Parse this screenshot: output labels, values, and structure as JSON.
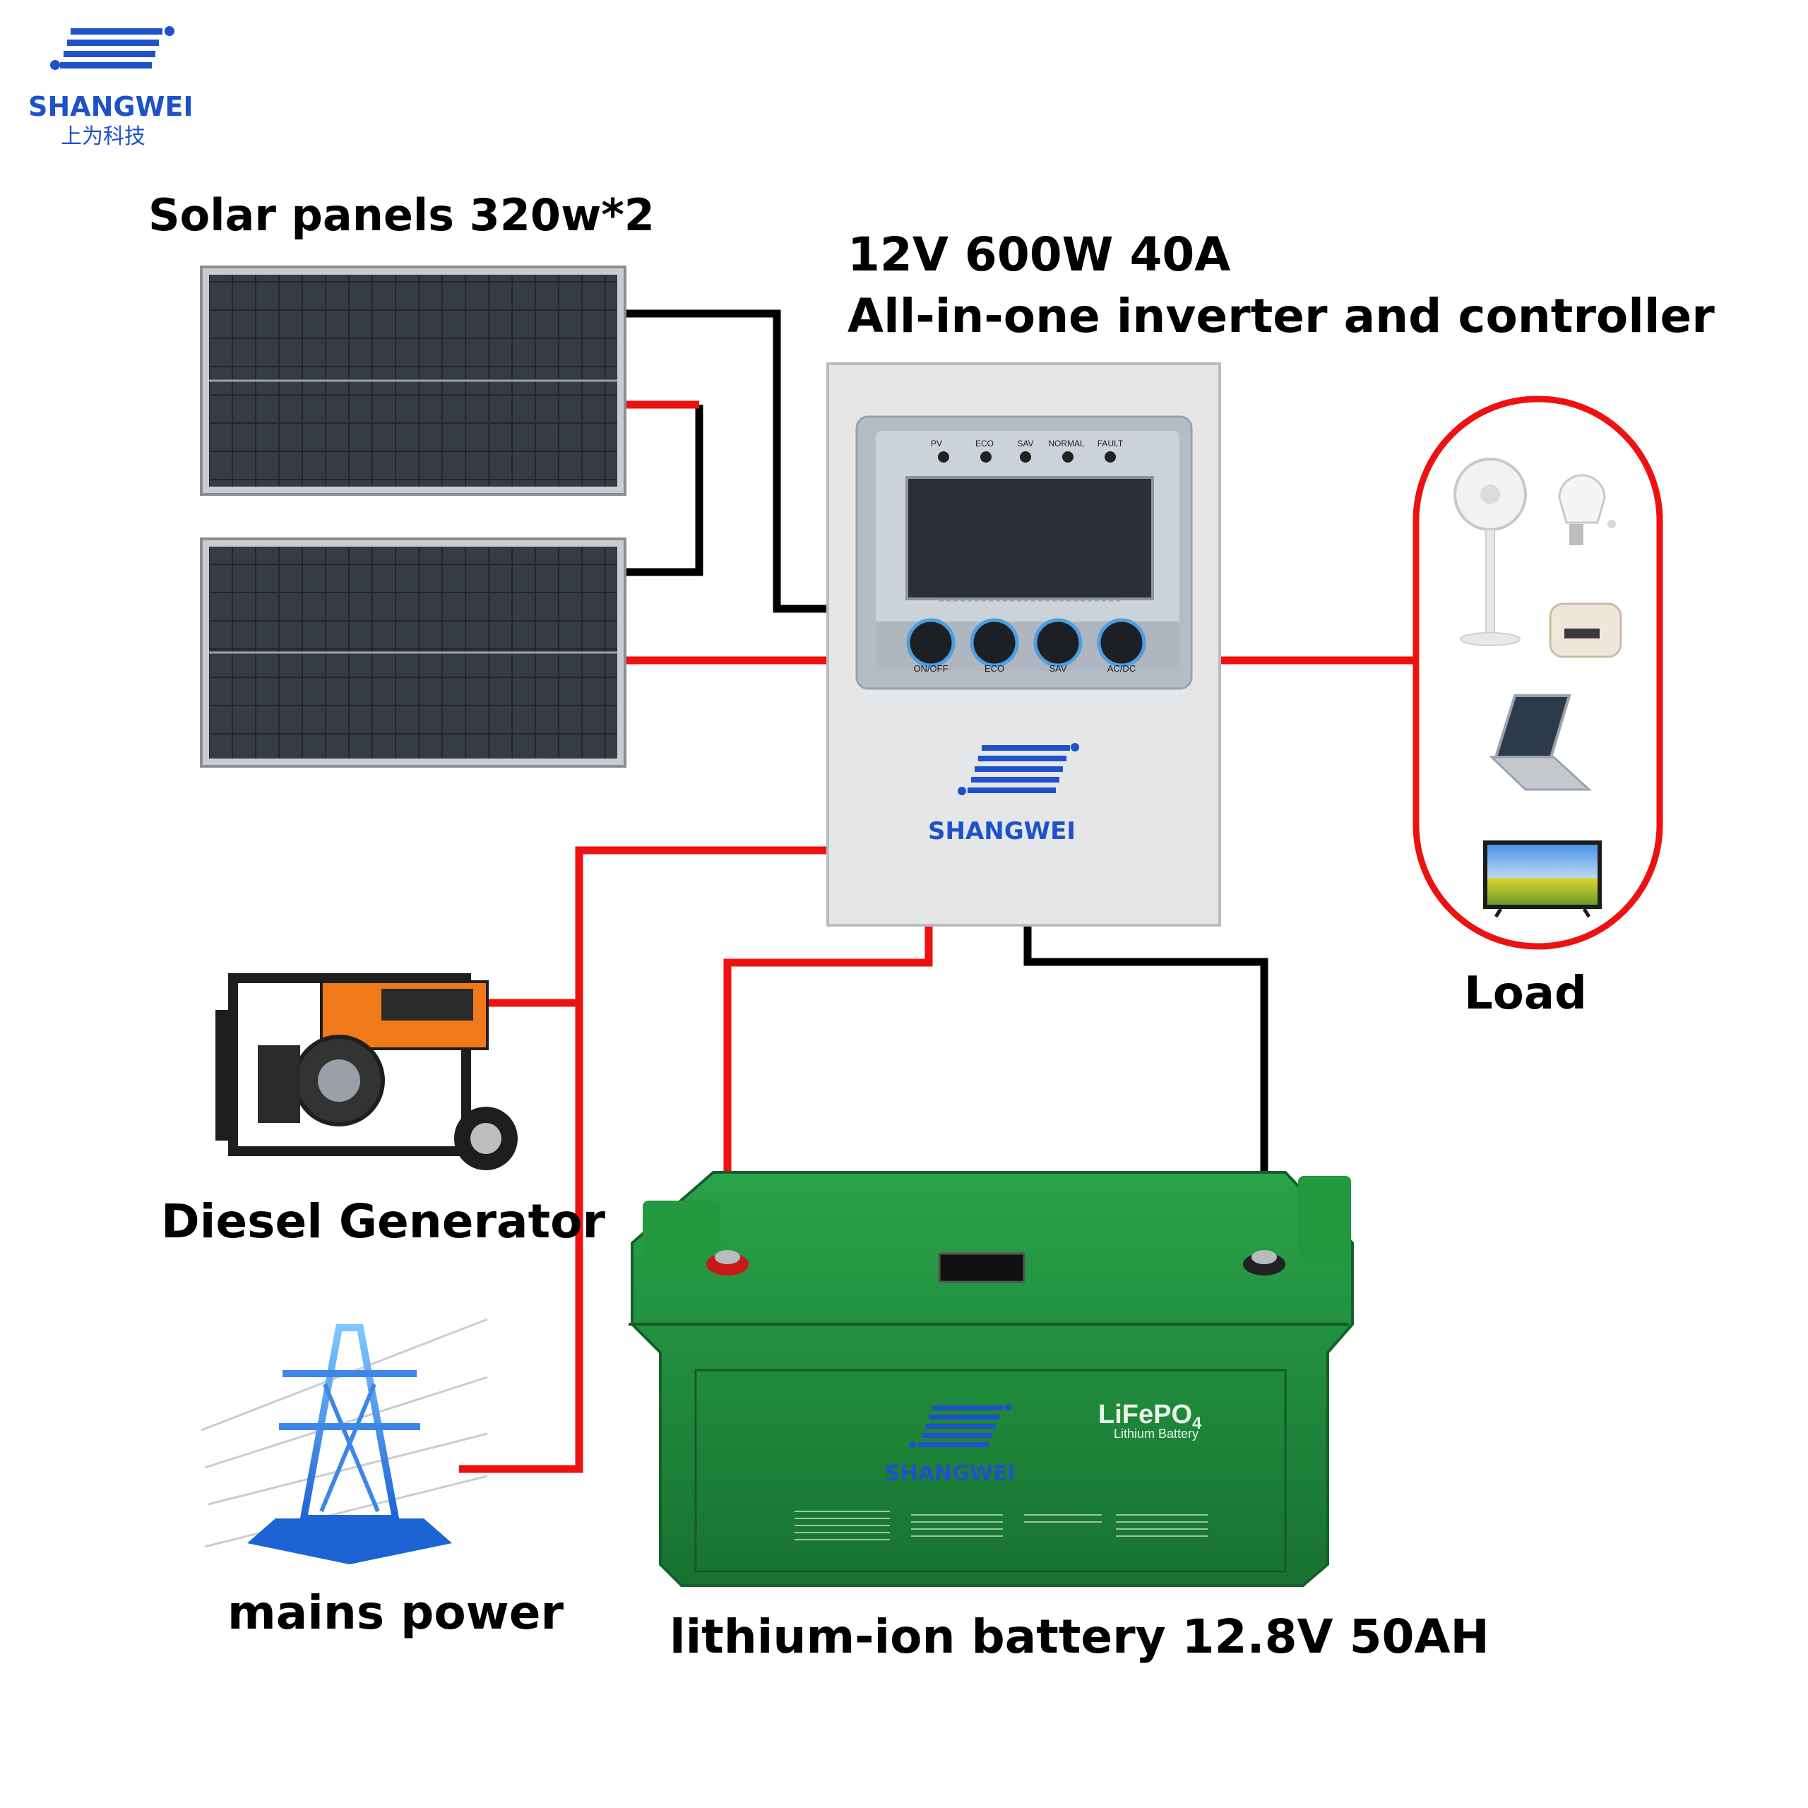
{
  "brand": {
    "name": "SHANGWEI",
    "chinese": "上为科技"
  },
  "labels": {
    "solar_panels": "Solar panels 320w*2",
    "controller_line1": "12V 600W 40A",
    "controller_line2": "All-in-one inverter and controller",
    "load": "Load",
    "generator": "Diesel Generator",
    "mains": "mains power",
    "battery": "lithium-ion battery 12.8V 50AH"
  },
  "controller": {
    "indicators": [
      "PV",
      "ECO",
      "SAV",
      "NORMAL",
      "FAULT"
    ],
    "buttons": [
      "ON/OFF",
      "ECO",
      "SAV",
      "AC/DC"
    ],
    "brand": "SHANGWEI"
  },
  "battery": {
    "chemistry": "LiFePO",
    "chemistry_sub": "4",
    "type": "Lithium Battery",
    "brand": "SHANGWEI"
  },
  "colors": {
    "positive_wire": "#ee1111",
    "negative_wire": "#000000",
    "brand_blue": "#1f52c8",
    "battery_green": "#1e8a3a",
    "load_outline": "#ee1111"
  },
  "icons": [
    "fan-icon",
    "bulb-icon",
    "rice-cooker-icon",
    "laptop-icon",
    "tv-icon",
    "generator-icon",
    "pylon-icon"
  ]
}
